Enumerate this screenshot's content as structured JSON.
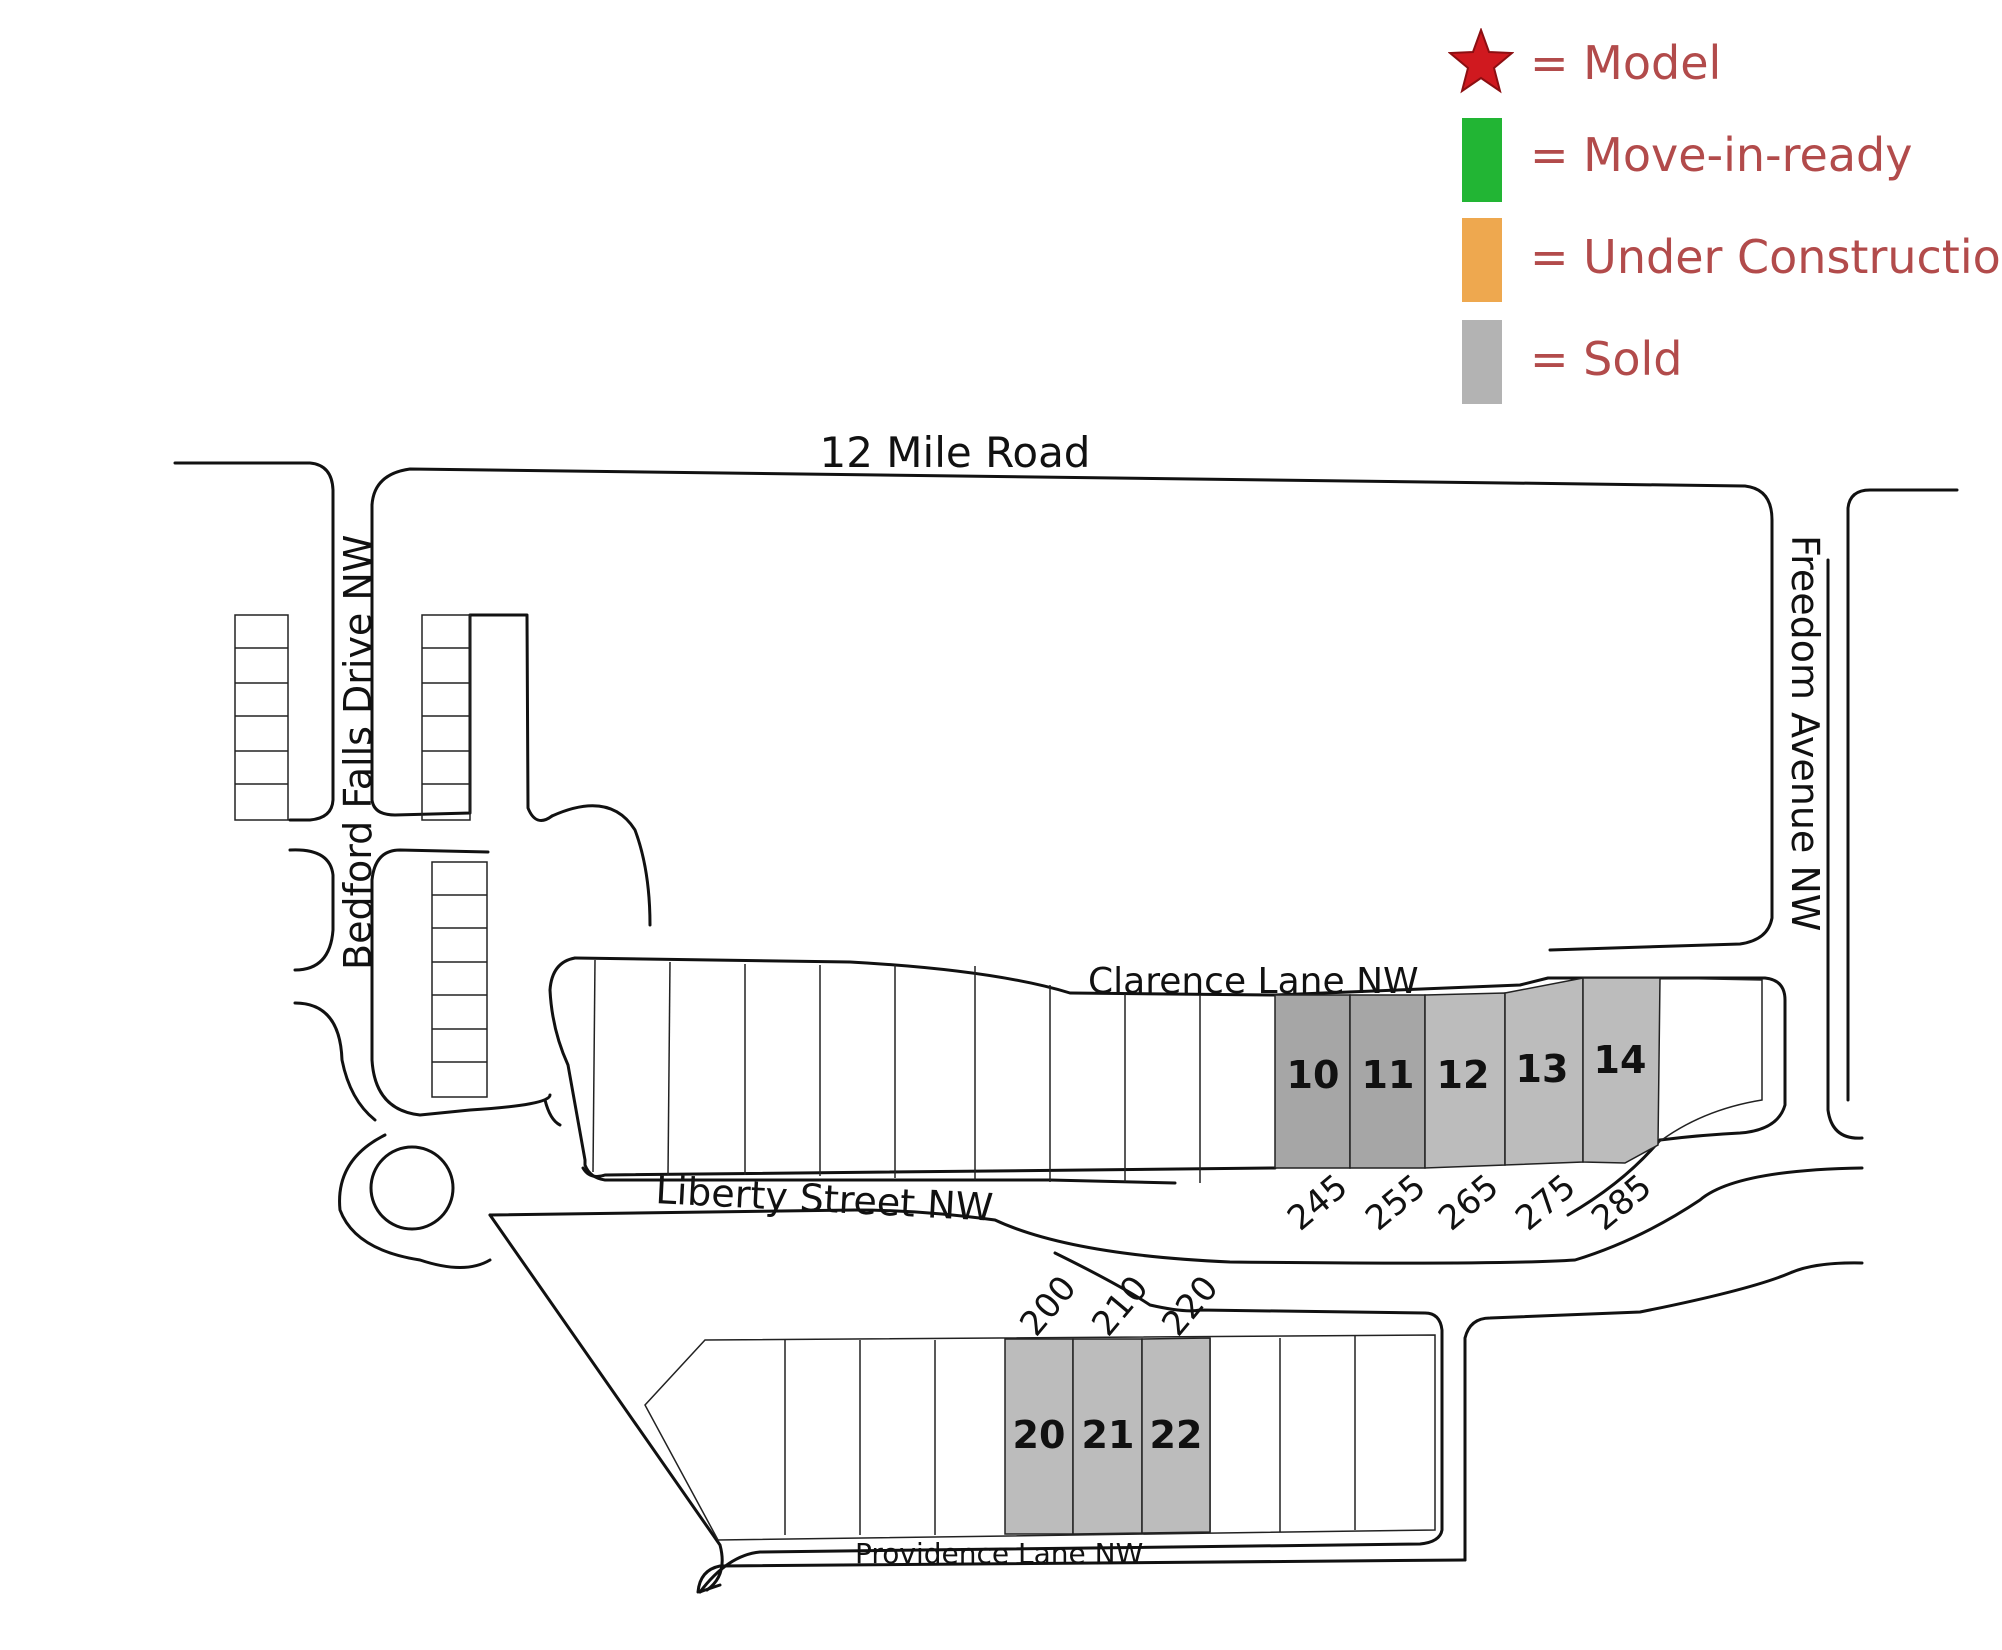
{
  "legend": {
    "items": [
      {
        "label": "= Model",
        "icon": "star-icon",
        "color": "#d0191f"
      },
      {
        "label": "= Move-in-ready",
        "color": "#22b534"
      },
      {
        "label": "= Under Construction",
        "color": "#eea84f"
      },
      {
        "label": "= Sold",
        "color": "#b3b3b3"
      }
    ],
    "label_color": "#b24b4b"
  },
  "roads": {
    "twelve_mile": "12 Mile Road",
    "bedford": "Bedford Falls Drive NW",
    "freedom": "Freedom Avenue NW",
    "clarence": "Clarence Lane NW",
    "liberty": "Liberty Street NW",
    "providence": "Providence Lane NW"
  },
  "lots": {
    "north_sold": [
      {
        "number": "10",
        "address": "245",
        "status": "sold",
        "shade": "#a6a6a6"
      },
      {
        "number": "11",
        "address": "255",
        "status": "sold",
        "shade": "#a6a6a6"
      },
      {
        "number": "12",
        "address": "265",
        "status": "sold",
        "shade": "#bcbcbc"
      },
      {
        "number": "13",
        "address": "275",
        "status": "sold",
        "shade": "#bcbcbc"
      },
      {
        "number": "14",
        "address": "285",
        "status": "sold",
        "shade": "#bcbcbc"
      }
    ],
    "south_sold": [
      {
        "number": "20",
        "address": "200",
        "status": "sold",
        "shade": "#bcbcbc"
      },
      {
        "number": "21",
        "address": "210",
        "status": "sold",
        "shade": "#bcbcbc"
      },
      {
        "number": "22",
        "address": "220",
        "status": "sold",
        "shade": "#bcbcbc"
      }
    ]
  }
}
